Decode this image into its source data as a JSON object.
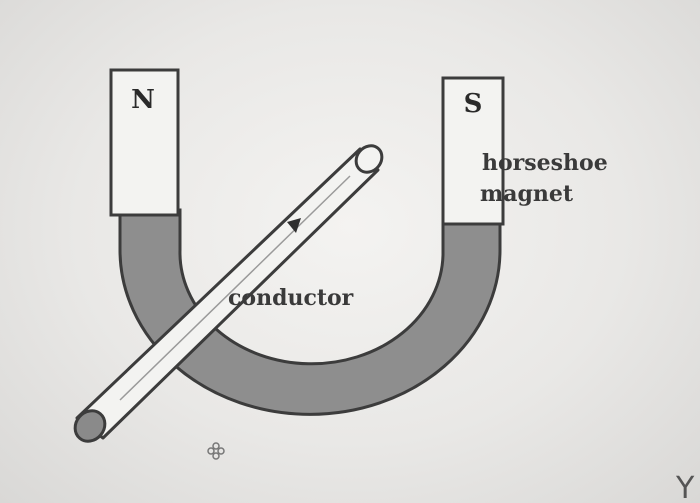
{
  "diagram": {
    "north_pole_label": "N",
    "south_pole_label": "S",
    "magnet_label_line1": "horseshoe",
    "magnet_label_line2": "magnet",
    "conductor_label": "conductor",
    "corner_text": "Y"
  },
  "colors": {
    "magnet_gray": "#8e8e8e",
    "outline": "#3c3c3c",
    "pole_fill": "#f3f3f1"
  },
  "icons": {
    "current_direction": "arrowhead-icon",
    "cursor": "move-cursor-icon"
  }
}
